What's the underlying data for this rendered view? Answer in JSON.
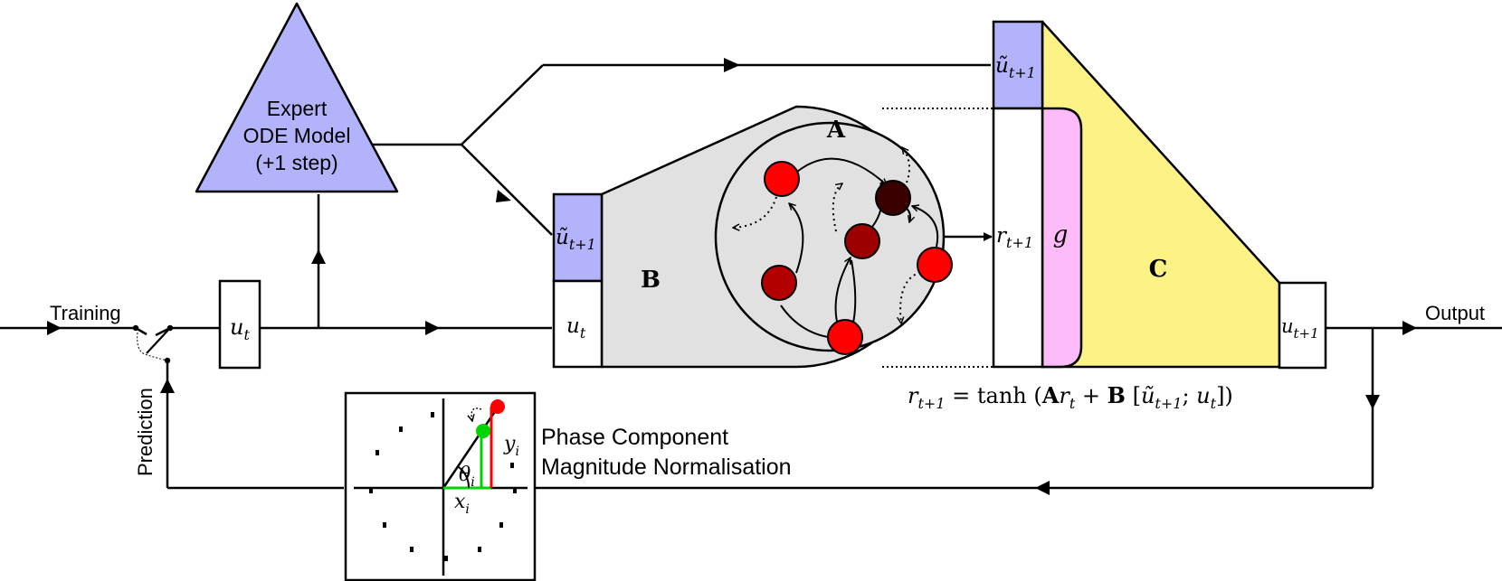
{
  "labels": {
    "training": "Training",
    "prediction": "Prediction",
    "output": "Output",
    "expert_line1": "Expert",
    "expert_line2": "ODE Model",
    "expert_line3": "(+1 step)",
    "matrix_a": "A",
    "matrix_b": "B",
    "matrix_c": "C",
    "g": "g",
    "phase_line1": "Phase Component",
    "phase_line2": "Magnitude Normalisation"
  },
  "math": {
    "u_t": "u",
    "u_t_sub": "t",
    "u_tilde": "ũ",
    "t_plus_1": "t+1",
    "r": "r",
    "x": "x",
    "y": "y",
    "theta": "θ",
    "i": "i",
    "equation": "r(t+1) = tanh (A r(t) + B [ũ(t+1); u(t)])",
    "eq_r": "r",
    "eq_eq": " = tanh (",
    "eq_A": "A",
    "eq_r2": "r",
    "eq_plus": " + ",
    "eq_B": "B",
    "eq_lb": " [",
    "eq_u": "ũ",
    "eq_semi": "; ",
    "eq_u2": "u",
    "eq_rb": "])"
  },
  "colors": {
    "blue_fill": "#b3b3fb",
    "yellow_fill": "#fdf285",
    "pink_fill": "#fdbbf9",
    "reservoir_fill": "#e1e1e1",
    "node_bright": "#ff0000",
    "node_dark": "#9c0000",
    "node_darker": "#b20000",
    "node_darkest": "#3a0000",
    "green": "#00d400",
    "red": "#ff0000"
  }
}
